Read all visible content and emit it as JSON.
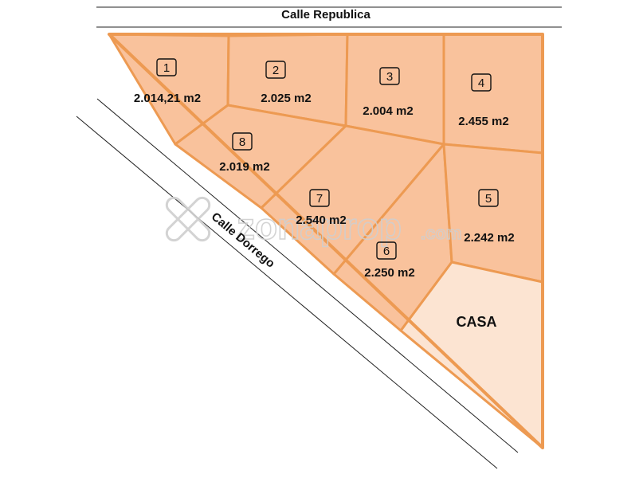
{
  "streets": {
    "top": "Calle Republica",
    "diagonal": "Calle Dorrego"
  },
  "lots": [
    {
      "number": "1",
      "area": "2.014,21 m2"
    },
    {
      "number": "2",
      "area": "2.025 m2"
    },
    {
      "number": "3",
      "area": "2.004 m2"
    },
    {
      "number": "4",
      "area": "2.455 m2"
    },
    {
      "number": "5",
      "area": "2.242 m2"
    },
    {
      "number": "6",
      "area": "2.250 m2"
    },
    {
      "number": "7",
      "area": "2.540 m2"
    },
    {
      "number": "8",
      "area": "2.019 m2"
    }
  ],
  "house": {
    "label": "CASA"
  },
  "watermark": {
    "brand": "zonaprop",
    "suffix": ".com"
  },
  "colors": {
    "lot_fill": "#f9c29c",
    "lot_border": "#ed9a52",
    "house_fill": "#fce4d2"
  }
}
